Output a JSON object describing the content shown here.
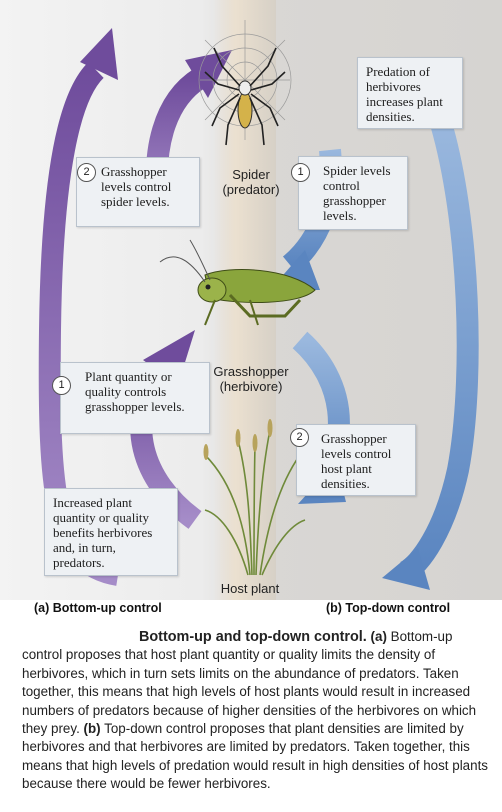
{
  "organisms": {
    "spider": "Spider\n(predator)",
    "grasshopper": "Grasshopper\n(herbivore)",
    "plant": "Host plant"
  },
  "bottom_up": {
    "heading": "(a) Bottom-up control",
    "step1": {
      "num": "1",
      "text": "Plant quantity or quality controls grasshopper levels."
    },
    "step2": {
      "num": "2",
      "text": "Grasshopper levels control spider levels."
    },
    "result": "Increased plant quantity or quality benefits herbivores and, in turn, predators."
  },
  "top_down": {
    "heading": "(b) Top-down control",
    "step1": {
      "num": "1",
      "text": "Spider levels control grasshopper levels."
    },
    "step2": {
      "num": "2",
      "text": "Grasshopper levels control host plant densities."
    },
    "result": "Predation of herbivores increases plant densities."
  },
  "caption": {
    "title": "Bottom-up and top-down control.",
    "a_marker": "(a)",
    "a_text": "Bottom-up control proposes that host plant quantity or quality limits the density of herbivores, which in turn sets limits on the abundance of predators. Taken together, this means that high levels of host plants would result in increased numbers of predators because of higher densities of the herbivores on which they prey.",
    "b_marker": "(b)",
    "b_text": "Top-down control proposes that plant densities are limited by herbivores and that herbivores are limited by predators. Taken together, this means that high levels of predation would result in high densities of host plants because there would be fewer herbivores."
  },
  "colors": {
    "bottom_up_arrow": "#7b5aa6",
    "top_down_arrow": "#5f88c2",
    "box_fill": "#eef1f4"
  }
}
